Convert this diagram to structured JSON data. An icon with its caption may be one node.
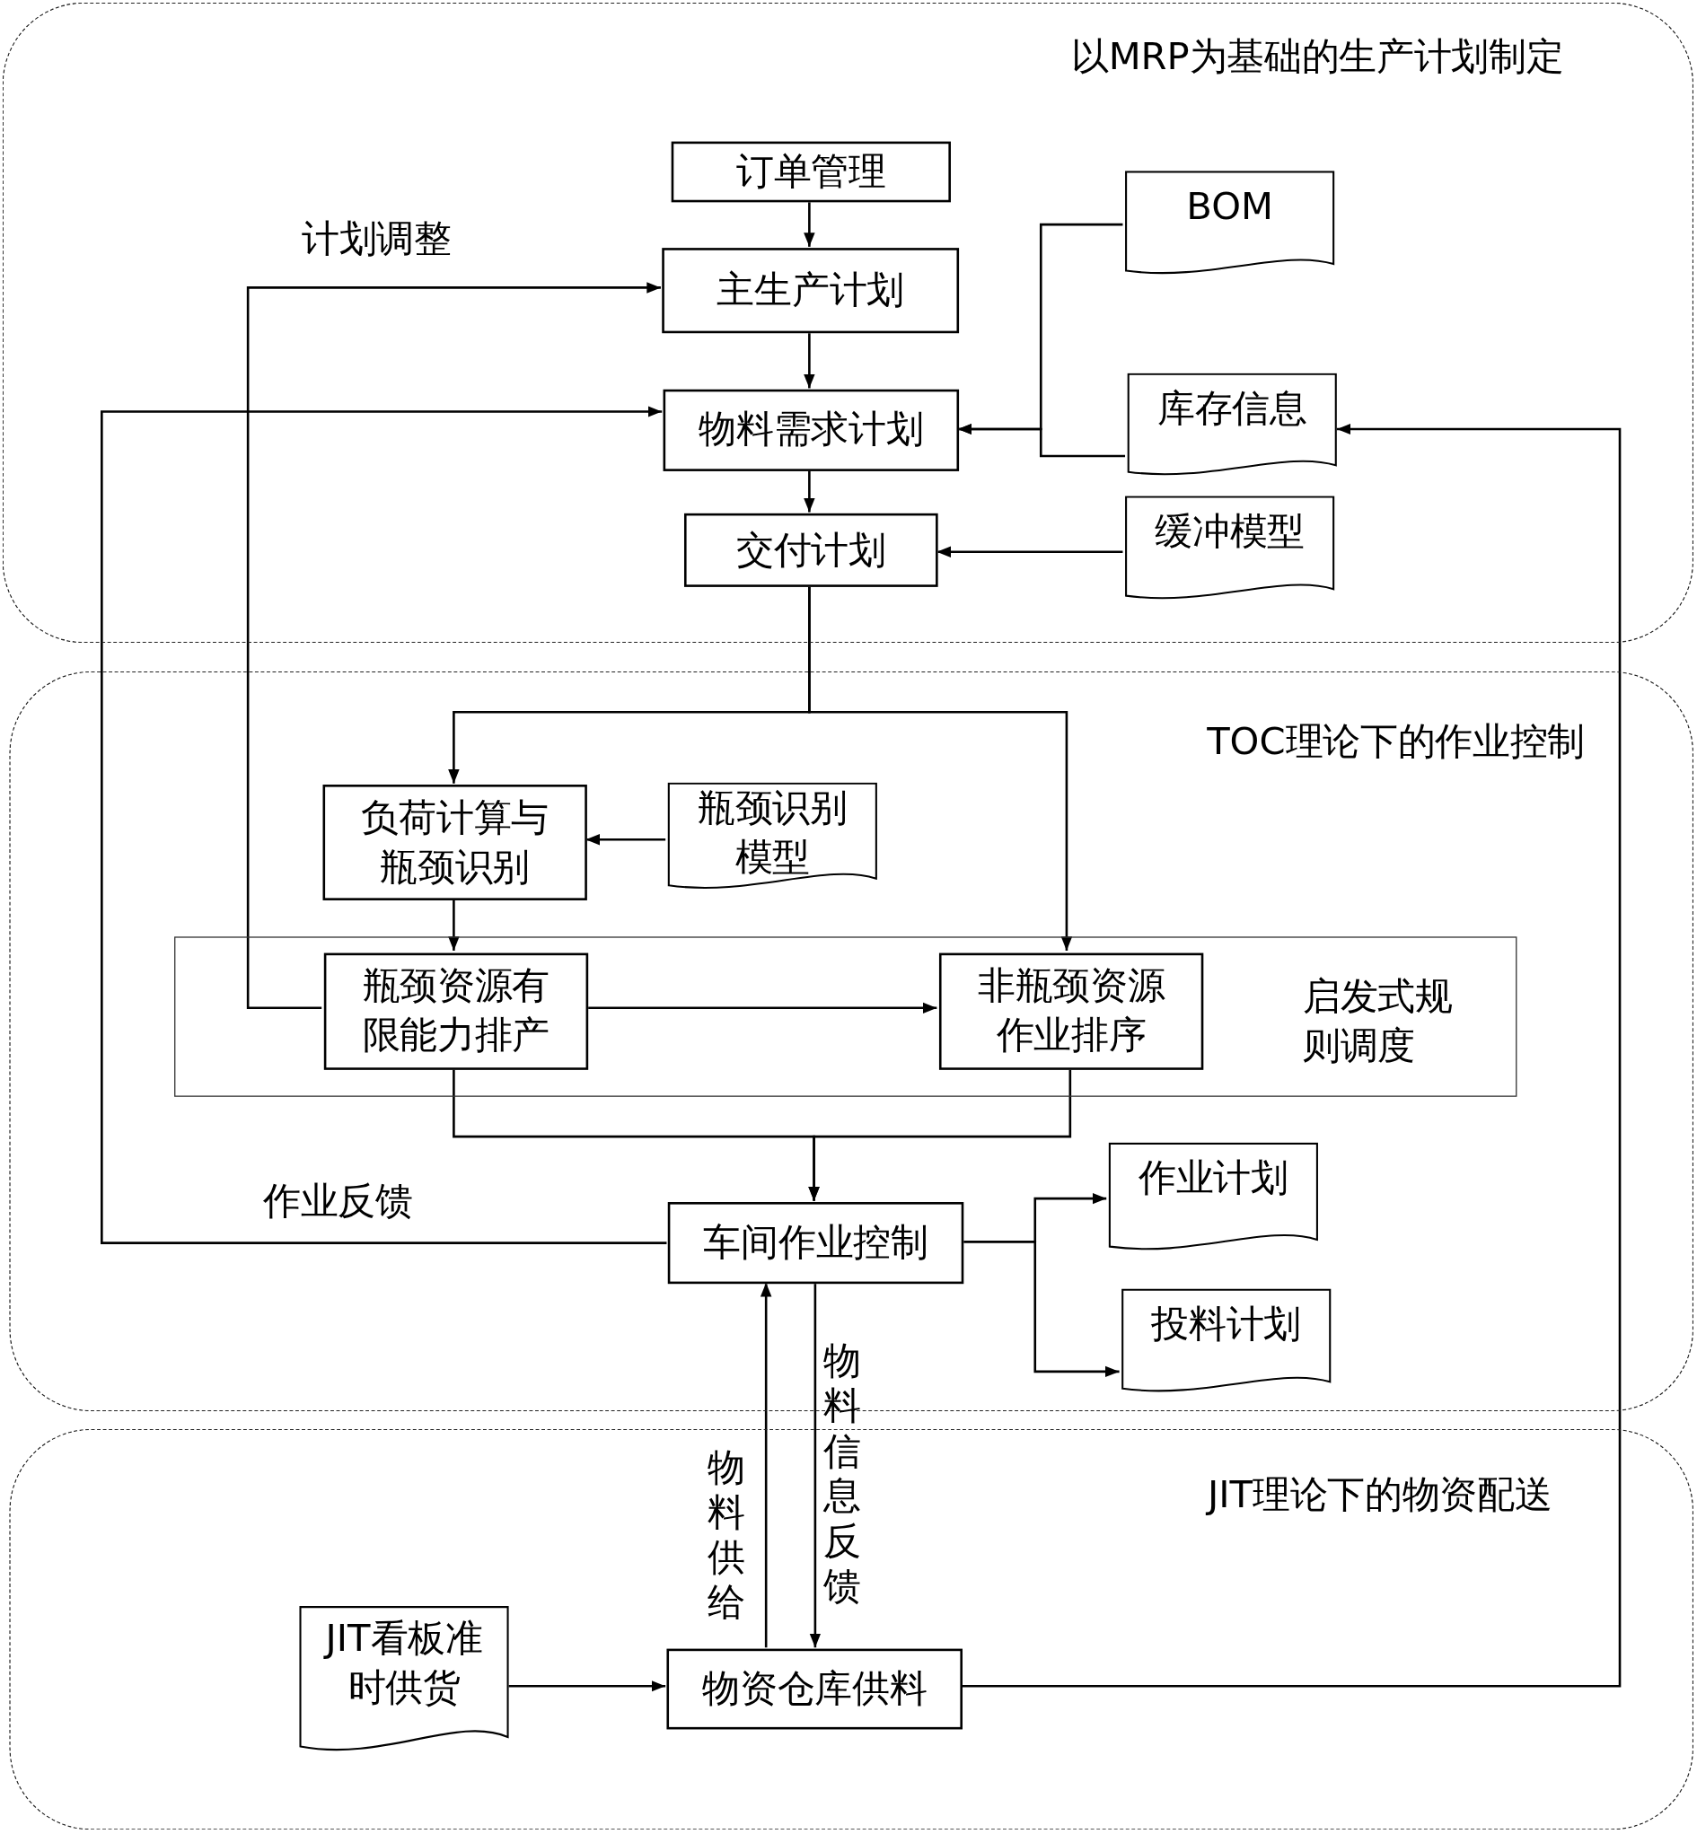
{
  "diagram": {
    "nodes": [
      {
        "text": [
          "以MRP为基础的生产计划制定"
        ]
      },
      {
        "text": [
          "TOC理论下的作业控制"
        ]
      },
      {
        "text": [
          "JIT理论下的物资配送"
        ]
      },
      {
        "text": [
          "订单管理"
        ],
        "in": 0
      },
      {
        "text": [
          "主生产计划"
        ],
        "in": 0
      },
      {
        "text": [
          "物料需求计划"
        ],
        "in": 0
      },
      {
        "text": [
          "交付计划"
        ],
        "in": 0
      },
      {
        "text": [
          "BOM"
        ],
        "in": 0
      },
      {
        "text": [
          "库存信息"
        ],
        "in": 0
      },
      {
        "text": [
          "缓冲模型"
        ],
        "in": 0
      },
      {
        "text": [
          "负荷计算与瓶颈识别"
        ],
        "in": 1
      },
      {
        "text": [
          "瓶颈识别模型"
        ],
        "in": 1
      },
      {
        "text": [
          "启发式规则调度"
        ],
        "in": 1
      },
      {
        "text": [
          "瓶颈资源有限能力排产"
        ],
        "in": 12
      },
      {
        "text": [
          "非瓶颈资源作业排序"
        ],
        "in": 12
      },
      {
        "text": [
          "车间作业控制"
        ],
        "in": 1
      },
      {
        "text": [
          "作业计划"
        ],
        "in": 1
      },
      {
        "text": [
          "投料计划"
        ],
        "in": 1
      },
      {
        "text": [
          "JIT看板准时供货"
        ],
        "in": 2
      },
      {
        "text": [
          "物资仓库供料"
        ],
        "in": 2
      }
    ],
    "edges": [
      {
        "from": 3,
        "to": 4,
        "arrow": "to"
      },
      {
        "from": 4,
        "to": 5,
        "arrow": "to"
      },
      {
        "from": 5,
        "to": 6,
        "arrow": "to"
      },
      {
        "from": 7,
        "to": 5,
        "arrow": "to"
      },
      {
        "from": 8,
        "to": 5,
        "arrow": "to"
      },
      {
        "from": 9,
        "to": 6,
        "arrow": "to"
      },
      {
        "from": 6,
        "to": 10,
        "arrow": "to"
      },
      {
        "from": 6,
        "to": 14,
        "arrow": "to"
      },
      {
        "from": 11,
        "to": 10,
        "arrow": "to"
      },
      {
        "from": 10,
        "to": 13,
        "arrow": "to"
      },
      {
        "from": 13,
        "to": 4,
        "arrow": "to",
        "label": "计划调整"
      },
      {
        "from": 13,
        "to": 14,
        "arrow": "to"
      },
      {
        "from": 13,
        "to": 15,
        "arrow": "to"
      },
      {
        "from": 14,
        "to": 15,
        "arrow": "to"
      },
      {
        "from": 15,
        "to": 5,
        "arrow": "to",
        "label": "作业反馈"
      },
      {
        "from": 15,
        "to": 16,
        "arrow": "to"
      },
      {
        "from": 15,
        "to": 17,
        "arrow": "to"
      },
      {
        "from": 19,
        "to": 15,
        "arrow": "to",
        "label": "物料供给"
      },
      {
        "from": 15,
        "to": 19,
        "arrow": "to",
        "label": "物料信息反馈"
      },
      {
        "from": 18,
        "to": 19,
        "arrow": "to"
      },
      {
        "from": 19,
        "to": 8,
        "arrow": "to"
      }
    ]
  }
}
